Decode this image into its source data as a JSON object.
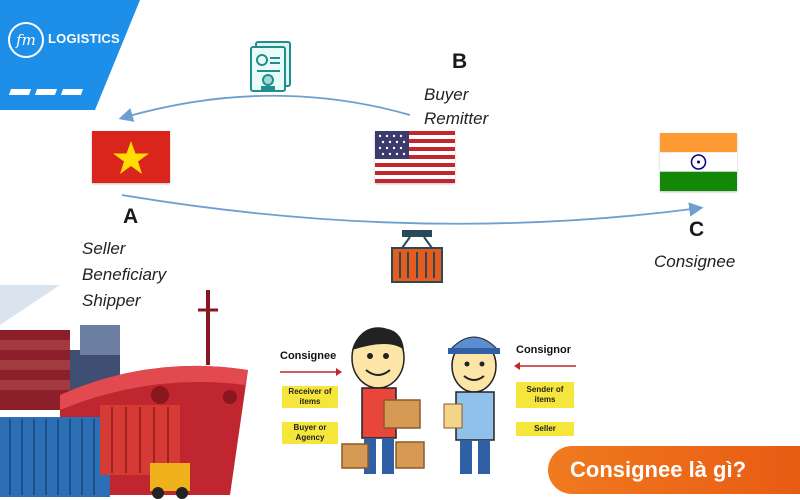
{
  "brand": {
    "logo_mark": "fm",
    "name": "LOGISTICS",
    "color": "#1e8fe8"
  },
  "parties": {
    "a": {
      "letter": "A",
      "roles": [
        "Seller",
        "Beneficiary",
        "Shipper"
      ],
      "flag": "vietnam-flag"
    },
    "b": {
      "letter": "B",
      "roles": [
        "Buyer",
        "Remitter"
      ],
      "flag": "usa-flag"
    },
    "c": {
      "letter": "C",
      "roles": [
        "Consignee"
      ],
      "flag": "india-flag"
    }
  },
  "icons": {
    "document": "certificate-document-icon",
    "container": "cargo-container-icon"
  },
  "illustration": {
    "left_label": "Consignee",
    "right_label": "Consignor",
    "left_boxes": [
      "Receiver of items",
      "Buyer or Agency"
    ],
    "right_boxes": [
      "Sender of items",
      "Seller"
    ]
  },
  "title": "Consignee là gì?",
  "colors": {
    "accent": "#f07a1f",
    "arrow": "#6f9fd0",
    "tag": "#f5e63c"
  }
}
